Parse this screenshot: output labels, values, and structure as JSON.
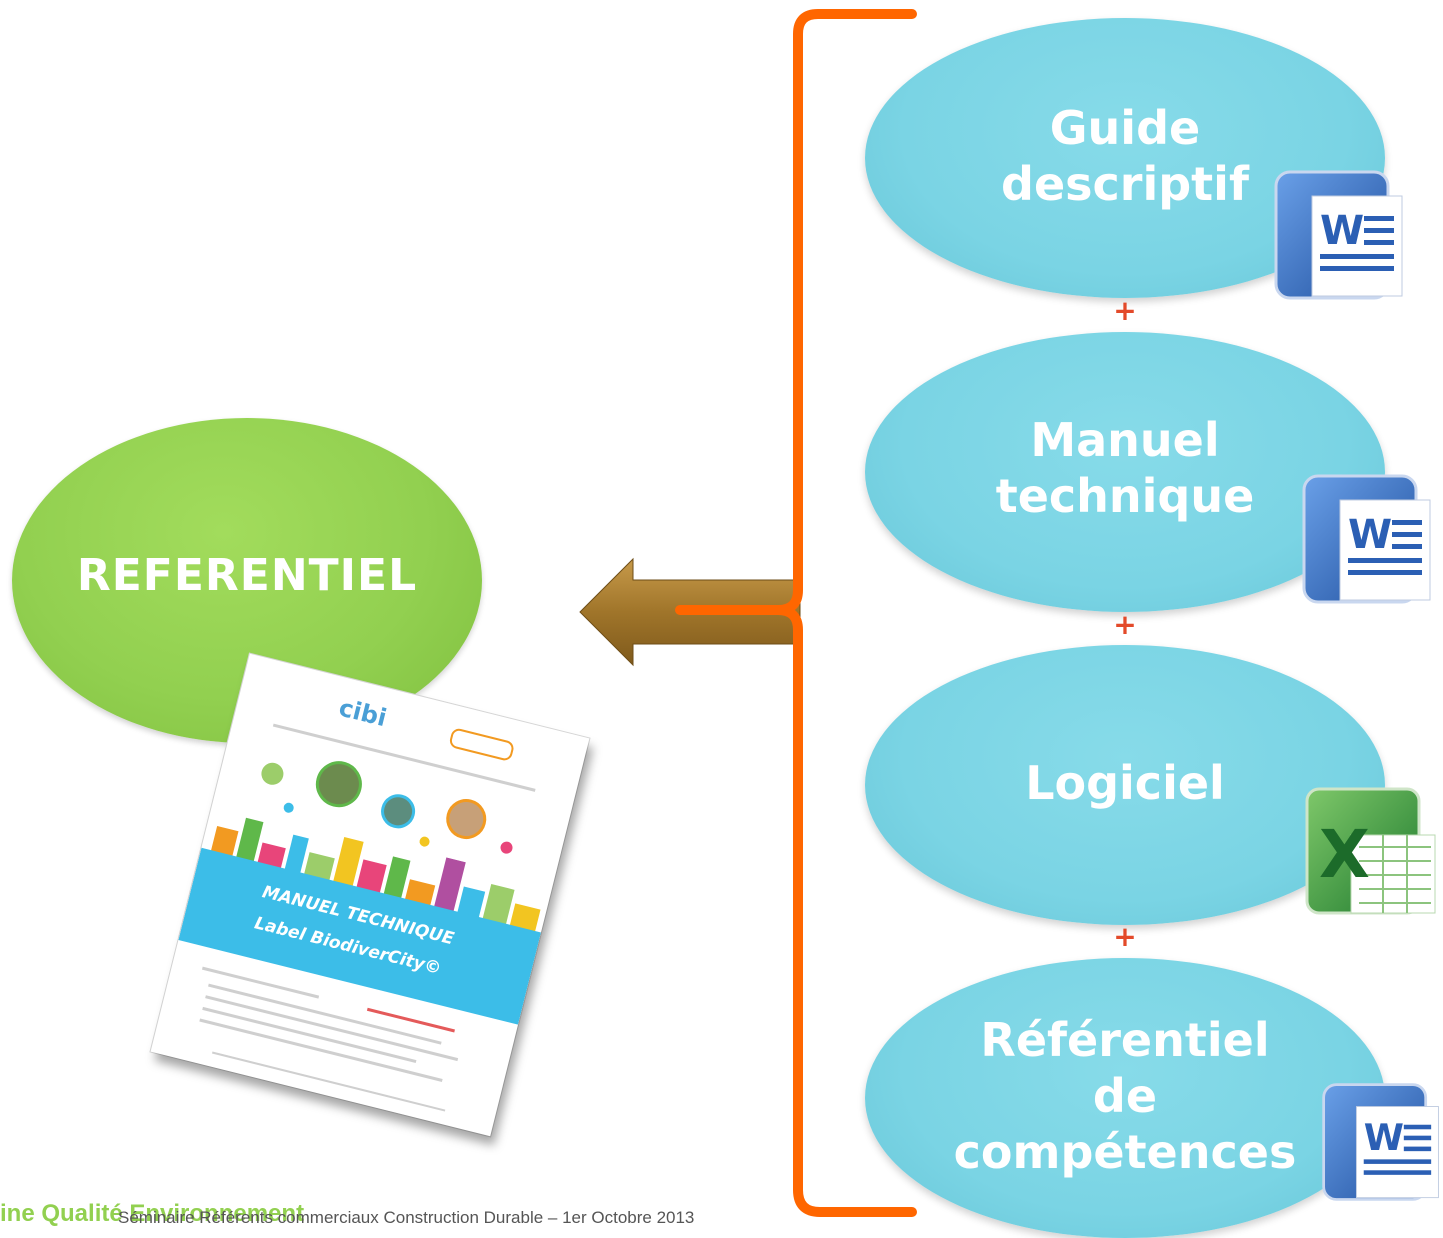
{
  "diagram": {
    "left_node": {
      "label": "REFERENTIEL"
    },
    "document": {
      "logo": "cibi",
      "band_line1": "MANUEL TECHNIQUE",
      "band_line2": "Label BiodiverCity©"
    },
    "components": [
      {
        "lines": [
          "Guide",
          "descriptif"
        ],
        "icon": "word-icon"
      },
      {
        "lines": [
          "Manuel",
          "technique"
        ],
        "icon": "word-icon"
      },
      {
        "lines": [
          "Logiciel"
        ],
        "icon": "excel-icon"
      },
      {
        "lines": [
          "Référentiel",
          "de",
          "compétences"
        ],
        "icon": "word-icon"
      }
    ],
    "plus_sign": "+",
    "colors": {
      "green": "#92d050",
      "blue": "#7ad4e4",
      "orange": "#ff6600",
      "arrow": "#a0752a",
      "plus": "#e34a2a"
    }
  },
  "footer": {
    "clipped_title": "ine Qualité Environnement",
    "caption": "Séminaire Référents commerciaux Construction Durable – 1er Octobre 2013"
  }
}
